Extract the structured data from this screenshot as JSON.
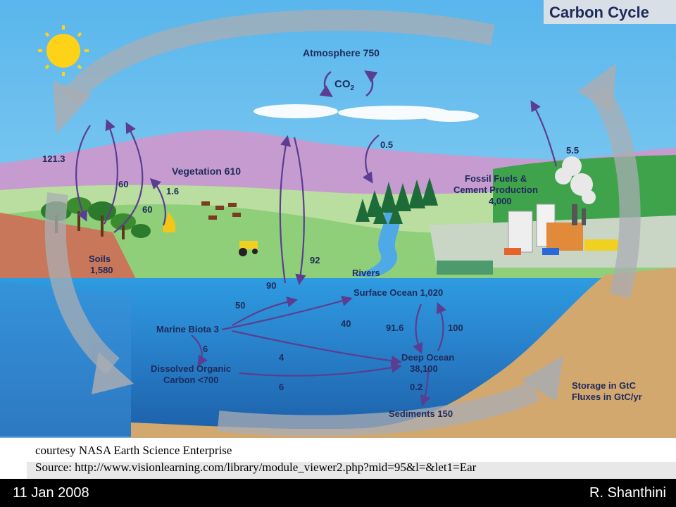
{
  "diagram": {
    "title": "Carbon Cycle",
    "co2": "CO",
    "co2_sub": "2",
    "labels": {
      "atmosphere": "Atmosphere 750",
      "vegetation": "Vegetation 610",
      "soils_1": "Soils",
      "soils_2": "1,580",
      "fossil_1": "Fossil Fuels &",
      "fossil_2": "Cement Production",
      "fossil_3": "4,000",
      "rivers": "Rivers",
      "surface_ocean": "Surface Ocean 1,020",
      "marine_biota": "Marine Biota 3",
      "doc_1": "Dissolved Organic",
      "doc_2": "Carbon <700",
      "deep_ocean_1": "Deep Ocean",
      "deep_ocean_2": "38,100",
      "sediments": "Sediments 150"
    },
    "fluxes": {
      "f121": "121.3",
      "f60a": "60",
      "f60b": "60",
      "f16": "1.6",
      "f90": "90",
      "f92": "92",
      "f05": "0.5",
      "f55": "5.5",
      "f50": "50",
      "f40": "40",
      "f6a": "6",
      "f4": "4",
      "f6b": "6",
      "f916": "91.6",
      "f100": "100",
      "f02": "0.2"
    },
    "legend": {
      "storage": "Storage in GtC",
      "fluxes": "Fluxes in GtC/yr"
    },
    "colors": {
      "sky": "#6ec3ef",
      "ocean": "#2d8fd6",
      "arrow": "#5b3d91",
      "legend_flux": "#c0392b"
    }
  },
  "caption": {
    "line1": "courtesy NASA Earth Science Enterprise",
    "line2": "Source: http://www.visionlearning.com/library/module_viewer2.php?mid=95&l=&let1=Ear"
  },
  "footer": {
    "date": "11 Jan 2008",
    "author": "R. Shanthini"
  }
}
